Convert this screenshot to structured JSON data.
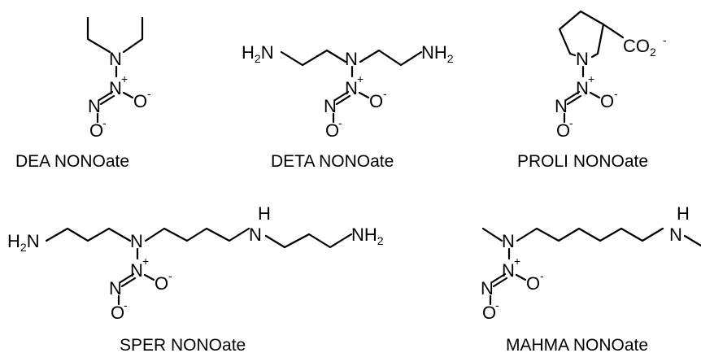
{
  "compounds": [
    {
      "caption": "DEA NONOate"
    },
    {
      "caption": "DETA NONOate"
    },
    {
      "caption": "PROLI NONOate"
    },
    {
      "caption": "SPER NONOate"
    },
    {
      "caption": "MAHMA NONOate"
    }
  ],
  "atoms": {
    "N": "N",
    "O": "O",
    "H": "H",
    "H2N": "H",
    "H2N_sub": "2",
    "H2N_N": "N",
    "NH": "NH",
    "NH_sub": "2",
    "CO": "CO",
    "CO_sub": "2",
    "plus": "+",
    "minus": "-"
  }
}
